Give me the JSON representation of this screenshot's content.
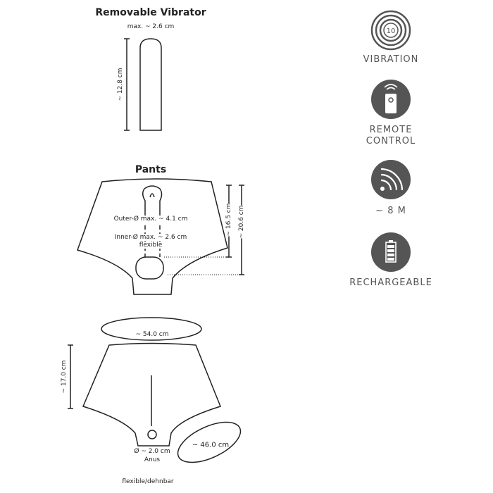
{
  "vibrator": {
    "title": "Removable Vibrator",
    "width_label": "max. ~ 2.6 cm",
    "length_label": "~ 12.8 cm"
  },
  "pants_front": {
    "title": "Pants",
    "outer_label": "Outer-Ø max. ~ 4.1 cm",
    "inner_label": "Inner-Ø max. ~ 2.6 cm",
    "flexible_label": "flexible",
    "length_inner_label": "~ 16.5 cm",
    "length_total_label": "~ 20.6 cm"
  },
  "pants_back": {
    "waist_label": "~ 54.0 cm",
    "height_label": "~ 17.0 cm",
    "leg_label": "~ 46.0 cm",
    "anus_diameter_label": "Ø ~ 2.0 cm",
    "anus_label": "Anus",
    "material_label": "flexible/dehnbar"
  },
  "features": [
    {
      "icon": "vibration-10-icon",
      "label": "VIBRATION",
      "badge": "10"
    },
    {
      "icon": "remote-control-icon",
      "label_line1": "REMOTE",
      "label_line2": "CONTROL"
    },
    {
      "icon": "wireless-range-icon",
      "label": "~ 8 M"
    },
    {
      "icon": "battery-icon",
      "label": "RECHARGEABLE"
    }
  ],
  "colors": {
    "icon": "#555555",
    "line": "#222222"
  }
}
